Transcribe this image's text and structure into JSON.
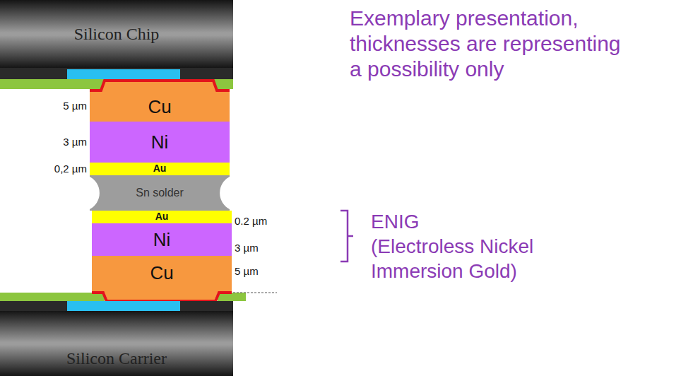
{
  "diagram": {
    "nodes": [
      {
        "text": [
          "Silicon Chip"
        ]
      },
      {
        "text": [
          "Cu"
        ]
      },
      {
        "text": [
          "Ni"
        ]
      },
      {
        "text": [
          "Au"
        ]
      },
      {
        "text": [
          "Sn solder"
        ]
      },
      {
        "text": [
          "Au"
        ]
      },
      {
        "text": [
          "Ni"
        ]
      },
      {
        "text": [
          "Cu"
        ]
      },
      {
        "text": [
          "Silicon Carrier"
        ]
      }
    ],
    "labels": [
      "Exemplary presentation, thicknesses are representing a possibility only",
      "5 µm",
      "3 µm",
      "0,2 µm",
      "0.2 µm",
      "3 µm",
      "5 µm",
      "ENIG",
      "(Electroless Nickel Immersion Gold)"
    ]
  }
}
